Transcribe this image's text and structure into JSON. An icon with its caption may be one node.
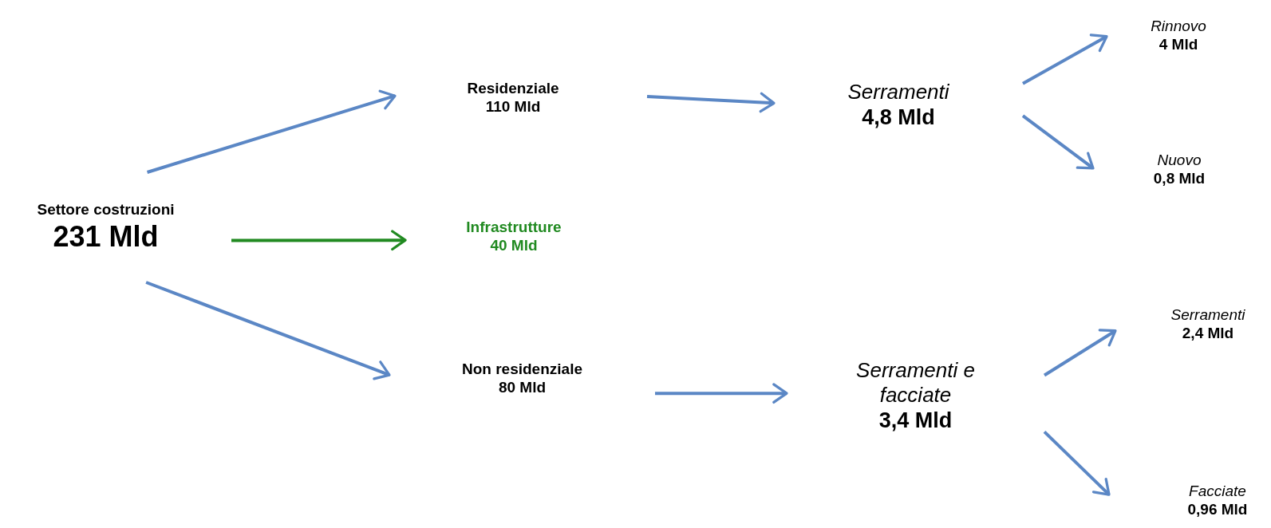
{
  "diagram": {
    "nodes": [
      {
        "text": [
          "Settore costruzioni",
          "231 Mld"
        ]
      },
      {
        "text": [
          "Residenziale",
          "110 Mld"
        ]
      },
      {
        "text": [
          "Infrastrutture",
          "40 Mld"
        ]
      },
      {
        "text": [
          "Non residenziale",
          "80 Mld"
        ]
      },
      {
        "text": [
          "Serramenti",
          "4,8 Mld"
        ]
      },
      {
        "text": [
          "Serramenti e facciate",
          "3,4 Mld"
        ]
      },
      {
        "text": [
          "Rinnovo",
          "4 Mld"
        ]
      },
      {
        "text": [
          "Nuovo",
          "0,8 Mld"
        ]
      },
      {
        "text": [
          "Serramenti",
          "2,4 Mld"
        ]
      },
      {
        "text": [
          "Facciate",
          "0,96 Mld"
        ]
      }
    ],
    "edges": [
      {
        "from": 0,
        "to": 1,
        "arrow": "to"
      },
      {
        "from": 0,
        "to": 2,
        "arrow": "to",
        "color": "#218a21"
      },
      {
        "from": 0,
        "to": 3,
        "arrow": "to"
      },
      {
        "from": 1,
        "to": 4,
        "arrow": "to"
      },
      {
        "from": 3,
        "to": 5,
        "arrow": "to"
      },
      {
        "from": 4,
        "to": 6,
        "arrow": "to"
      },
      {
        "from": 4,
        "to": 7,
        "arrow": "to"
      },
      {
        "from": 5,
        "to": 8,
        "arrow": "to"
      },
      {
        "from": 5,
        "to": 9,
        "arrow": "to"
      }
    ]
  }
}
